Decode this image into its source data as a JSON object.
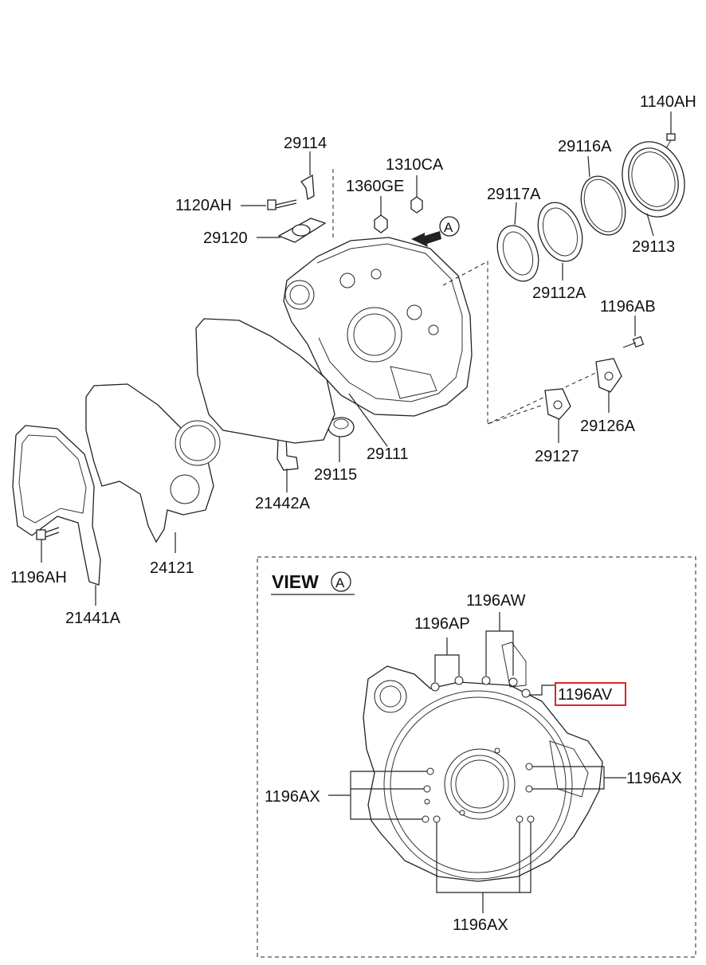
{
  "labels": {
    "p1140AH": "1140AH",
    "p29114": "29114",
    "p1310CA": "1310CA",
    "p29116A": "29116A",
    "p1360GE": "1360GE",
    "p1120AH": "1120AH",
    "p29117A": "29117A",
    "p29120": "29120",
    "p29113": "29113",
    "p29112A": "29112A",
    "p1196AB": "1196AB",
    "p29126A": "29126A",
    "p29127": "29127",
    "p29111": "29111",
    "p29115": "29115",
    "p21442A": "21442A",
    "p24121": "24121",
    "p1196AH": "1196AH",
    "p21441A": "21441A"
  },
  "arrow_marker": "A",
  "view": {
    "title": "VIEW",
    "marker": "A",
    "labels": {
      "p1196AW": "1196AW",
      "p1196AP": "1196AP",
      "p1196AV": "1196AV",
      "p1196AX_right": "1196AX",
      "p1196AX_left": "1196AX",
      "p1196AX_bottom": "1196AX"
    }
  },
  "colors": {
    "highlight": "#d9262b",
    "ink": "#222222"
  }
}
